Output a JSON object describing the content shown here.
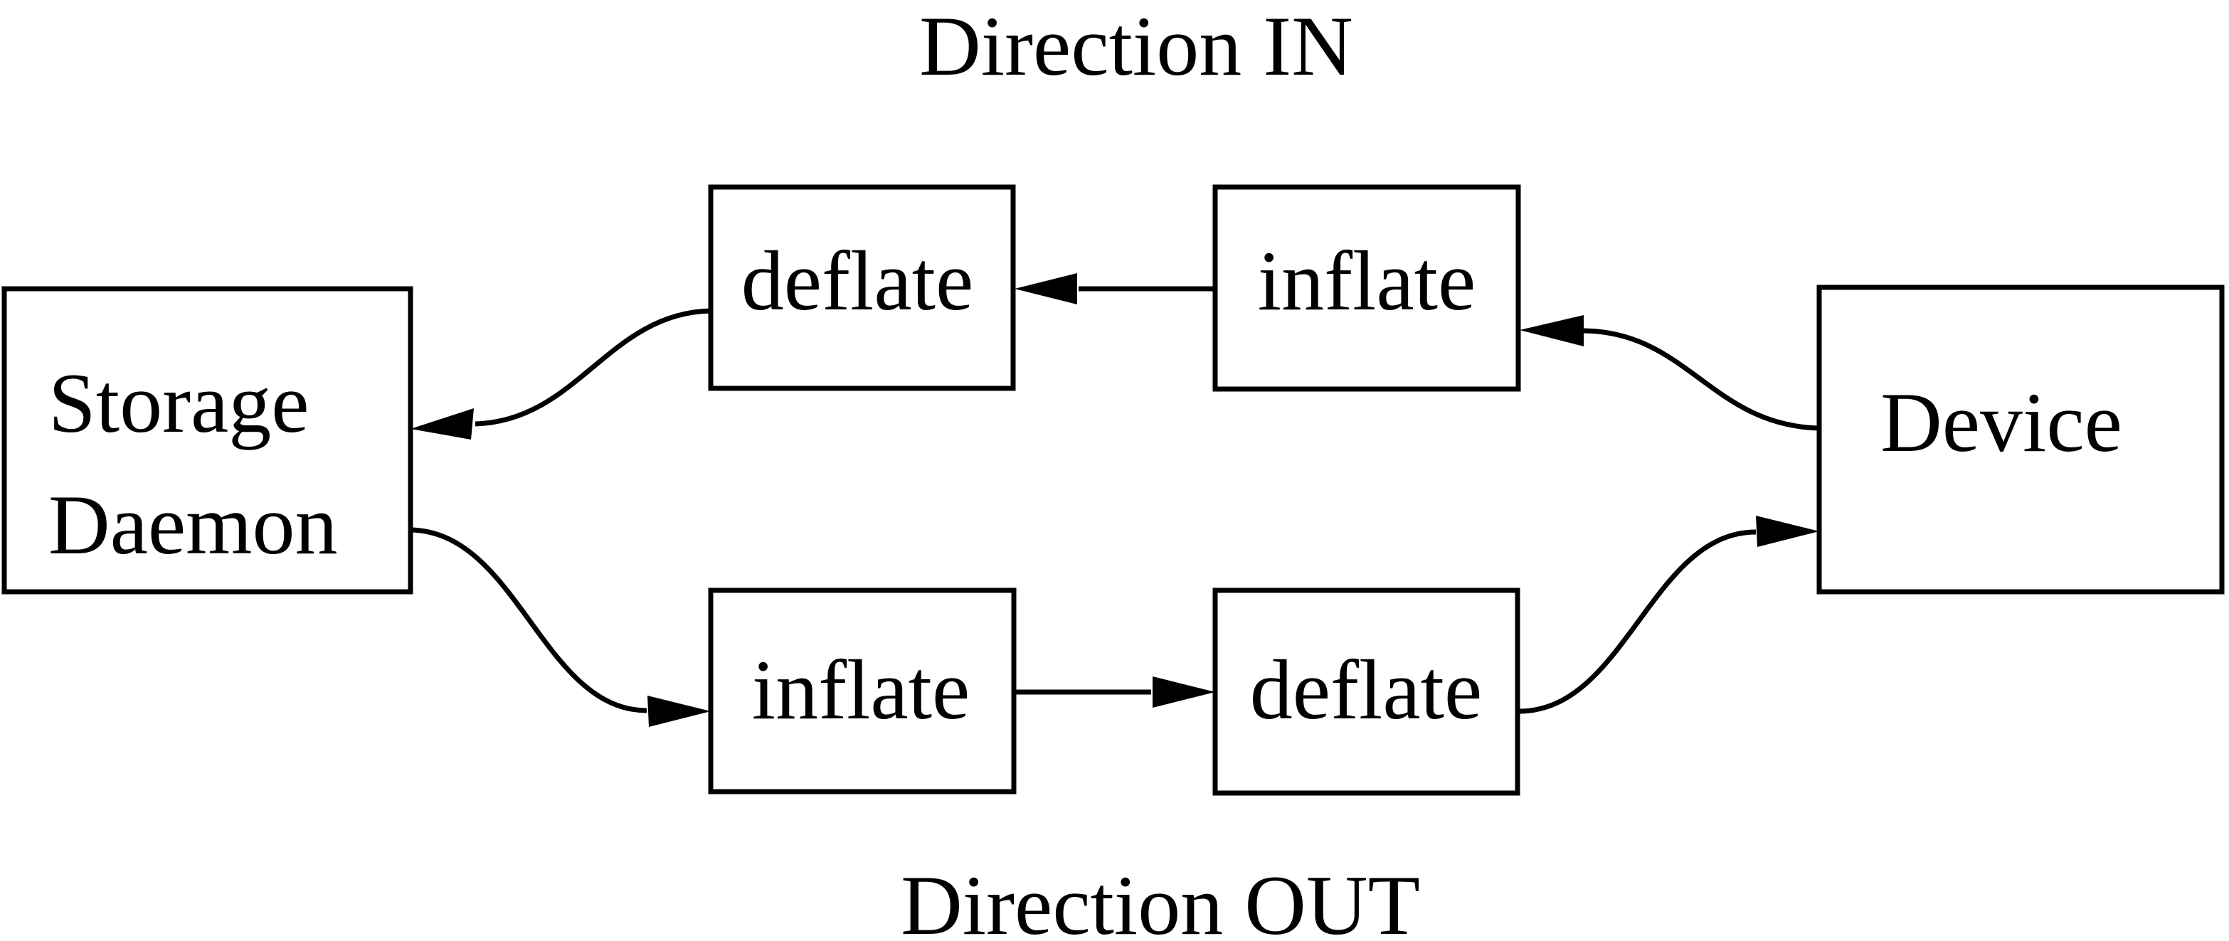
{
  "diagram": {
    "title_top": "Direction IN",
    "title_bottom": "Direction OUT",
    "nodes": {
      "storage_daemon": {
        "label_line1": "Storage",
        "label_line2": "Daemon"
      },
      "device": {
        "label": "Device"
      },
      "deflate_in": {
        "label": "deflate"
      },
      "inflate_in": {
        "label": "inflate"
      },
      "inflate_out": {
        "label": "inflate"
      },
      "deflate_out": {
        "label": "deflate"
      }
    },
    "edges": [
      {
        "id": "device-to-inflate-in",
        "from": "device",
        "to": "inflate_in",
        "direction": "IN"
      },
      {
        "id": "inflate-in-to-deflate-in",
        "from": "inflate_in",
        "to": "deflate_in",
        "direction": "IN"
      },
      {
        "id": "deflate-in-to-storage-daemon",
        "from": "deflate_in",
        "to": "storage_daemon",
        "direction": "IN"
      },
      {
        "id": "storage-daemon-to-inflate-out",
        "from": "storage_daemon",
        "to": "inflate_out",
        "direction": "OUT"
      },
      {
        "id": "inflate-out-to-deflate-out",
        "from": "inflate_out",
        "to": "deflate_out",
        "direction": "OUT"
      },
      {
        "id": "deflate-out-to-device",
        "from": "deflate_out",
        "to": "device",
        "direction": "OUT"
      }
    ],
    "colors": {
      "ink": "#000000",
      "background": "#ffffff"
    }
  }
}
